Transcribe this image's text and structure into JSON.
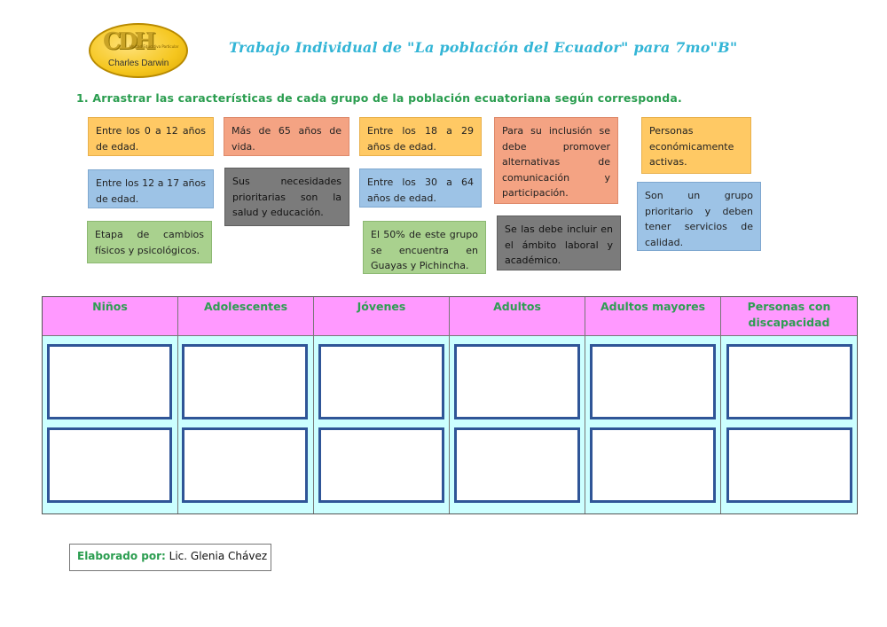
{
  "logo": {
    "monogram": "CDH",
    "small_text": "Unidad Educativa Particular",
    "name": "Charles Darwin"
  },
  "title": "Trabajo Individual de \"La población del Ecuador\" para 7mo\"B\"",
  "instruction": "1.  Arrastrar las características de cada grupo de la población ecuatoriana según corresponda.",
  "cards": [
    {
      "id": "c1",
      "text": "Entre los 0 a 12 años de edad.",
      "color": "#ffc964"
    },
    {
      "id": "c2",
      "text": "Más de 65 años de vida.",
      "color": "#f4a383"
    },
    {
      "id": "c3",
      "text": "Entre los 18 a 29 años de edad.",
      "color": "#ffc964"
    },
    {
      "id": "c4",
      "text": "Para su inclusión se debe promover alternativas de comunicación y participación.",
      "color": "#f4a383"
    },
    {
      "id": "c5",
      "text": "Personas económicamente activas.",
      "color": "#ffc964"
    },
    {
      "id": "c6",
      "text": "Entre los 12 a 17 años de edad.",
      "color": "#9dc3e6"
    },
    {
      "id": "c7",
      "text": "Sus necesidades prioritarias son la salud y educación.",
      "color": "#7b7b7b"
    },
    {
      "id": "c8",
      "text": "Entre los 30 a 64 años de edad.",
      "color": "#9dc3e6"
    },
    {
      "id": "c9",
      "text": "Son un grupo prioritario y deben tener servicios de calidad.",
      "color": "#9dc3e6"
    },
    {
      "id": "c10",
      "text": "Etapa de cambios físicos y psicológicos.",
      "color": "#a9d18e"
    },
    {
      "id": "c11",
      "text": "El 50% de este grupo se encuentra en Guayas y Pichincha.",
      "color": "#a9d18e"
    },
    {
      "id": "c12",
      "text": "Se las debe incluir en el ámbito laboral y académico.",
      "color": "#7b7b7b"
    }
  ],
  "table": {
    "headers": [
      "Niños",
      "Adolescentes",
      "Jóvenes",
      "Adultos",
      "Adultos mayores",
      "Personas con discapacidad"
    ]
  },
  "footer": {
    "label": "Elaborado por:",
    "name": "Lic. Glenia Chávez"
  }
}
